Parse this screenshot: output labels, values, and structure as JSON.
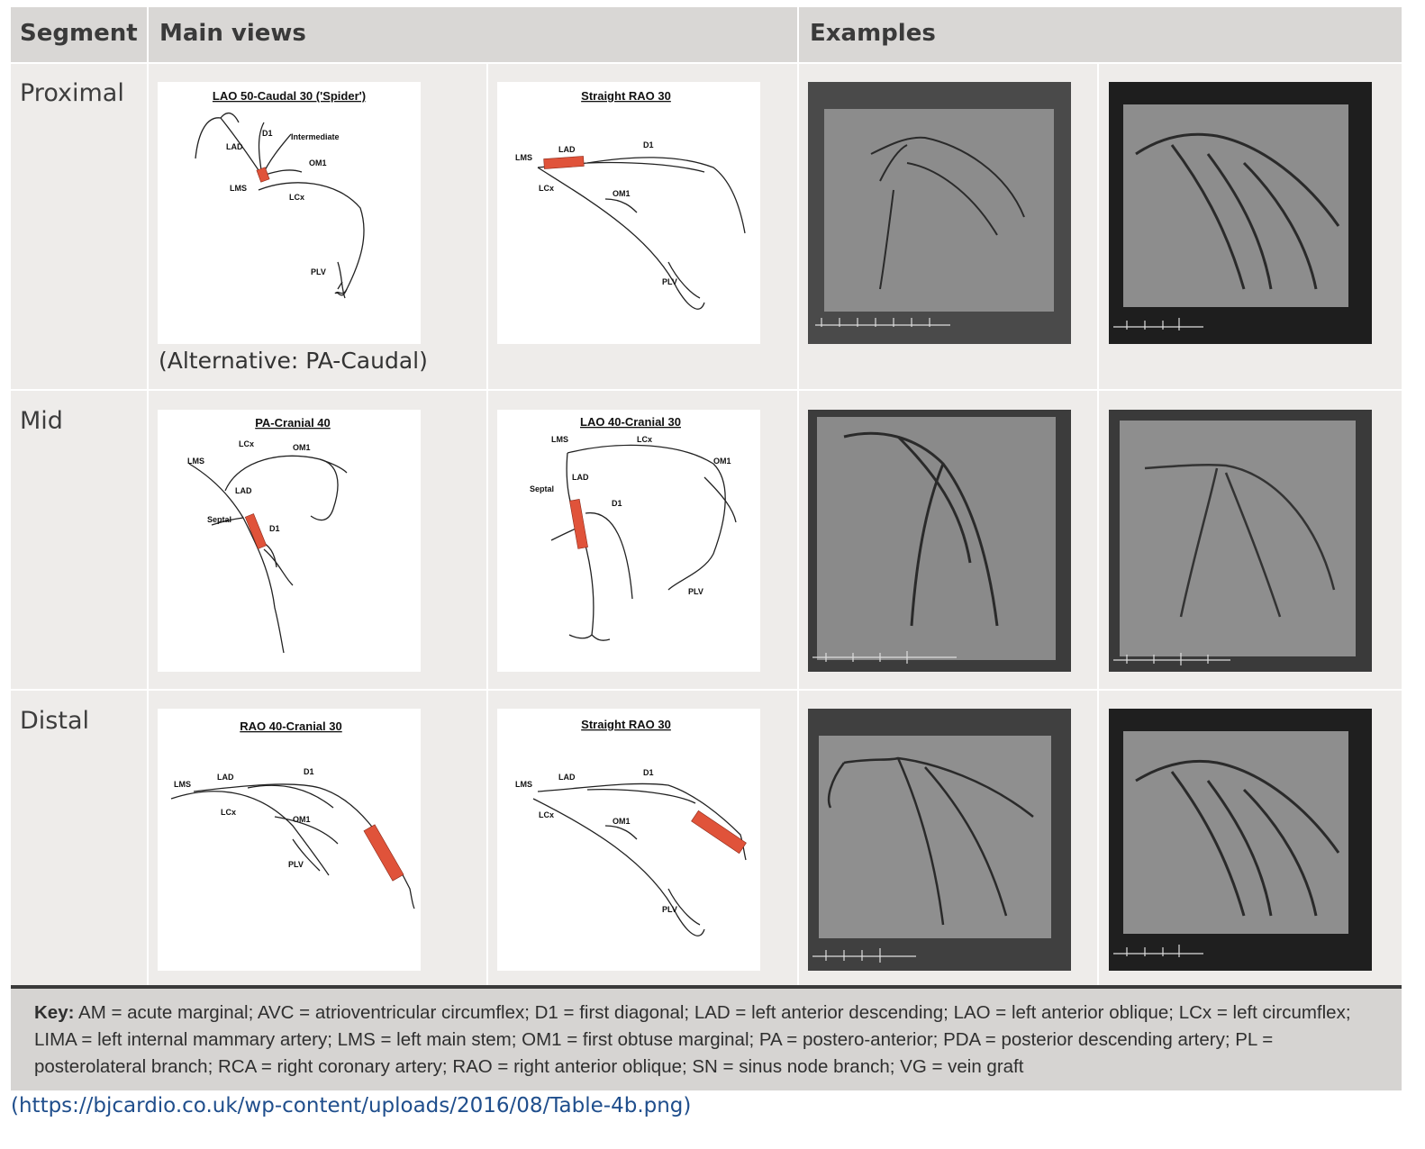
{
  "header": {
    "segment": "Segment",
    "main_views": "Main views",
    "examples": "Examples"
  },
  "rows": [
    {
      "segment": "Proximal",
      "view1": {
        "title": "LAO 50-Caudal 30 ('Spider')",
        "labels": [
          "LAD",
          "D1",
          "Intermediate",
          "OM1",
          "LMS",
          "LCx",
          "PLV"
        ]
      },
      "view1_note": "(Alternative: PA-Caudal)",
      "view2": {
        "title": "Straight RAO 30",
        "labels": [
          "LMS",
          "LAD",
          "D1",
          "LCx",
          "OM1",
          "PLV"
        ]
      }
    },
    {
      "segment": "Mid",
      "view1": {
        "title": "PA-Cranial 40",
        "labels": [
          "LCx",
          "OM1",
          "LMS",
          "LAD",
          "Septal",
          "D1"
        ]
      },
      "view2": {
        "title": "LAO 40-Cranial 30",
        "labels": [
          "LMS",
          "LCx",
          "OM1",
          "LAD",
          "Septal",
          "D1",
          "PLV"
        ]
      }
    },
    {
      "segment": "Distal",
      "view1": {
        "title": "RAO 40-Cranial 30",
        "labels": [
          "LMS",
          "LAD",
          "D1",
          "LCx",
          "OM1",
          "PLV"
        ]
      },
      "view2": {
        "title": "Straight RAO 30",
        "labels": [
          "LMS",
          "LAD",
          "D1",
          "LCx",
          "OM1",
          "PLV"
        ]
      }
    }
  ],
  "key": {
    "label": "Key:",
    "text": "AM = acute marginal; AVC = atrioventricular circumflex; D1 = first diagonal; LAD = left anterior descending; LAO = left anterior oblique; LCx = left circumflex; LIMA = left internal mammary artery; LMS = left main stem; OM1 = first obtuse marginal; PA = postero-anterior; PDA = posterior descending artery; PL = posterolateral branch; RCA = right coronary artery; RAO = right anterior oblique; SN = sinus node branch; VG = vein graft"
  },
  "source": "(https://bjcardio.co.uk/wp-content/uploads/2016/08/Table-4b.png)",
  "colors": {
    "header_bg": "#d9d7d5",
    "row_bg": "#eeecea",
    "lesion": "#e0533a",
    "key_bg": "#d6d4d2",
    "source_link": "#1f4e8c"
  }
}
